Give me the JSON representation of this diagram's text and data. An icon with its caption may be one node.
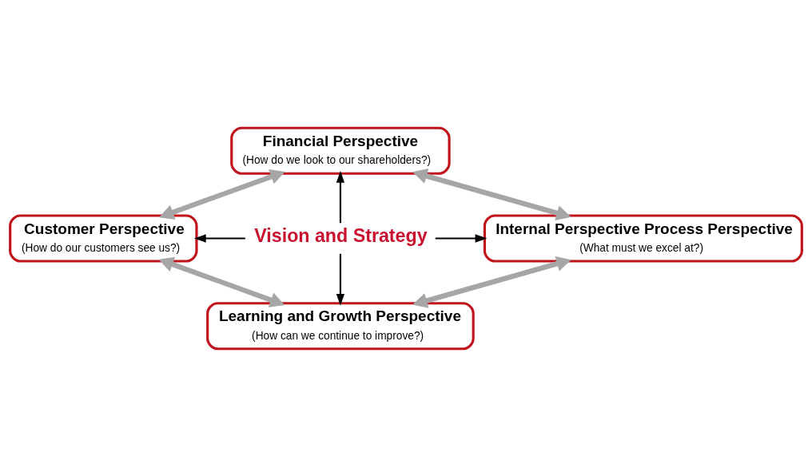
{
  "diagram": {
    "nodes": [
      {
        "text": [
          "Financial Perspective",
          "(How do we look to our shareholders?)"
        ]
      },
      {
        "text": [
          "Customer Perspective",
          "(How do our customers see us?)"
        ]
      },
      {
        "text": [
          "Vision and Strategy"
        ]
      },
      {
        "text": [
          "Internal Perspective Process Perspective",
          "(What must we excel at?)"
        ]
      },
      {
        "text": [
          "Learning and Growth Perspective",
          "(How can we continue to improve?)"
        ]
      }
    ],
    "edges": [
      {
        "from": 0,
        "to": 1,
        "arrow": "both",
        "style": "thick",
        "color": "#a6a6a6"
      },
      {
        "from": 0,
        "to": 3,
        "arrow": "both",
        "style": "thick",
        "color": "#a6a6a6"
      },
      {
        "from": 1,
        "to": 4,
        "arrow": "both",
        "style": "thick",
        "color": "#a6a6a6"
      },
      {
        "from": 3,
        "to": 4,
        "arrow": "both",
        "style": "thick",
        "color": "#a6a6a6"
      },
      {
        "from": 2,
        "to": 0,
        "arrow": "to",
        "color": "#000000"
      },
      {
        "from": 2,
        "to": 1,
        "arrow": "to",
        "color": "#000000"
      },
      {
        "from": 2,
        "to": 3,
        "arrow": "to",
        "color": "#000000"
      },
      {
        "from": 2,
        "to": 4,
        "arrow": "to",
        "color": "#000000"
      }
    ]
  }
}
